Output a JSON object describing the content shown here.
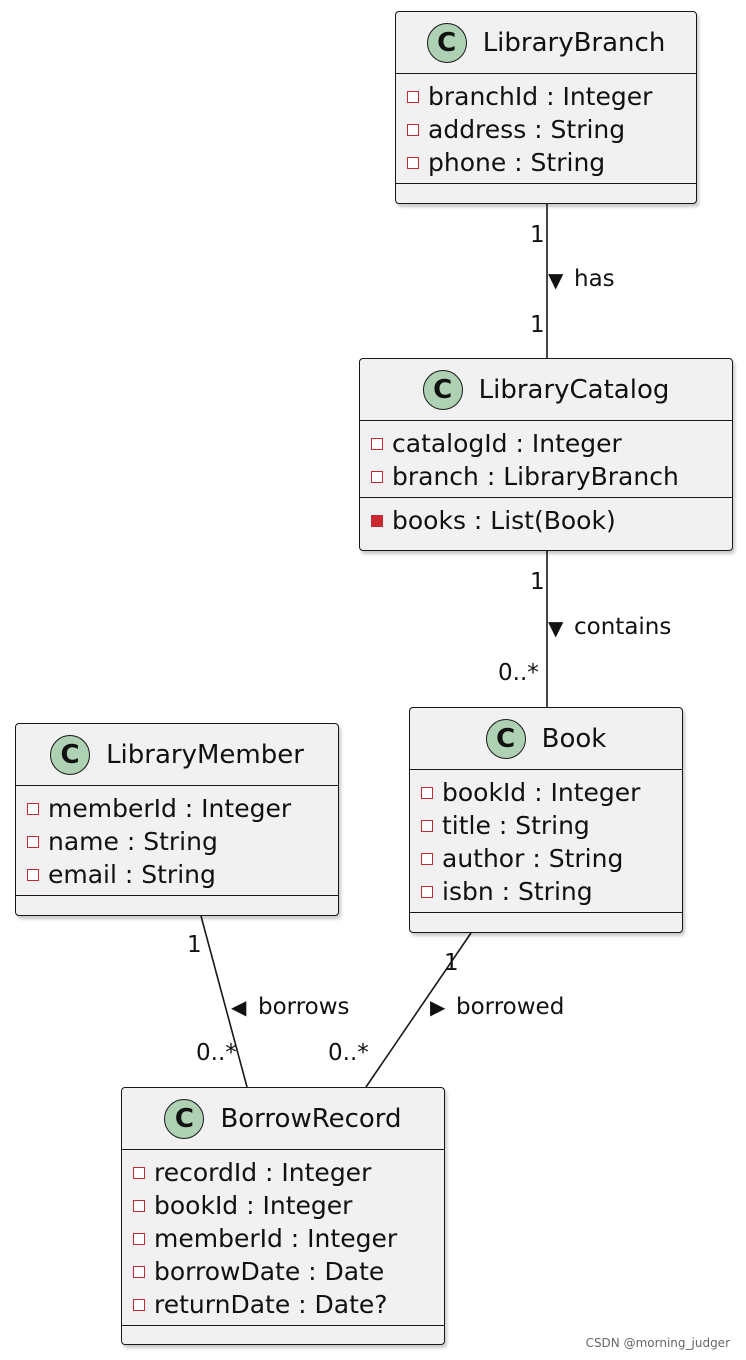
{
  "classes": {
    "library_branch": {
      "stereotype": "C",
      "name": "LibraryBranch",
      "fields": [
        {
          "text": "branchId : Integer"
        },
        {
          "text": "address : String"
        },
        {
          "text": "phone : String"
        }
      ],
      "methods": []
    },
    "library_catalog": {
      "stereotype": "C",
      "name": "LibraryCatalog",
      "fields": [
        {
          "text": "catalogId : Integer"
        },
        {
          "text": "branch : LibraryBranch"
        }
      ],
      "methods": [
        {
          "text": "books : List(Book)"
        }
      ]
    },
    "book": {
      "stereotype": "C",
      "name": "Book",
      "fields": [
        {
          "text": "bookId : Integer"
        },
        {
          "text": "title : String"
        },
        {
          "text": "author : String"
        },
        {
          "text": "isbn : String"
        }
      ],
      "methods": []
    },
    "library_member": {
      "stereotype": "C",
      "name": "LibraryMember",
      "fields": [
        {
          "text": "memberId : Integer"
        },
        {
          "text": "name : String"
        },
        {
          "text": "email : String"
        }
      ],
      "methods": []
    },
    "borrow_record": {
      "stereotype": "C",
      "name": "BorrowRecord",
      "fields": [
        {
          "text": "recordId : Integer"
        },
        {
          "text": "bookId : Integer"
        },
        {
          "text": "memberId : Integer"
        },
        {
          "text": "borrowDate : Date"
        },
        {
          "text": "returnDate : Date?"
        }
      ],
      "methods": []
    }
  },
  "relations": {
    "has": {
      "label": "has",
      "arrow": "▼",
      "from_mult": "1",
      "to_mult": "1"
    },
    "contains": {
      "label": "contains",
      "arrow": "▼",
      "from_mult": "1",
      "to_mult": "0..*"
    },
    "borrows": {
      "label": "borrows",
      "arrow": "◀",
      "from_mult": "1",
      "to_mult": "0..*"
    },
    "borrowed": {
      "label": "borrowed",
      "arrow": "▶",
      "from_mult": "1",
      "to_mult": "0..*"
    }
  },
  "watermark": "CSDN @morning_judger",
  "colors": {
    "class_bg": "#f1f1f1",
    "stereotype_circle": "#add1b2",
    "visibility_private": "#c82930",
    "line": "#181818"
  }
}
